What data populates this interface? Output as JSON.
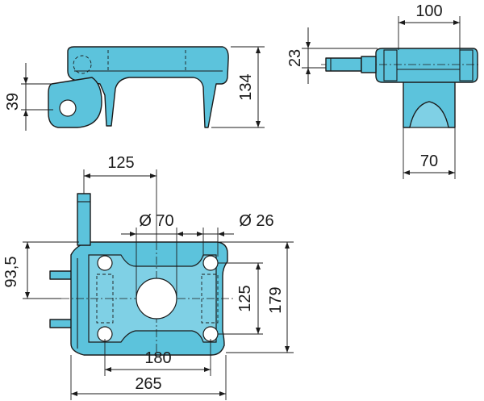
{
  "dimensions": {
    "top_width": "100",
    "flange_height": "23",
    "side_eye_height": "39",
    "side_total_height": "134",
    "tube_width": "70",
    "pin_offset": "125",
    "bore_diameter": "Ø 70",
    "hole_diameter": "Ø 26",
    "pin_height": "93,5",
    "hole_spacing_vertical": "125",
    "plate_height": "179",
    "hole_spacing_horizontal": "180",
    "plate_width": "265"
  },
  "colors": {
    "part_fill": "#5cc3dc",
    "line": "#1b1b1b",
    "background": "#ffffff"
  }
}
